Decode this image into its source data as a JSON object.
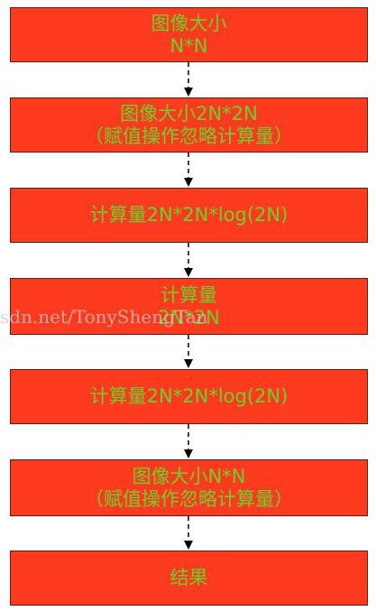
{
  "nodes": [
    {
      "lines": [
        "图像大小",
        "N*N"
      ]
    },
    {
      "lines": [
        "图像大小2N*2N",
        "（赋值操作忽略计算量）"
      ]
    },
    {
      "lines": [
        "计算量2N*2N*log(2N)"
      ]
    },
    {
      "lines": [
        "计算量",
        "2N*2N"
      ]
    },
    {
      "lines": [
        "计算量2N*2N*log(2N)"
      ]
    },
    {
      "lines": [
        "图像大小N*N",
        "（赋值操作忽略计算量）"
      ]
    },
    {
      "lines": [
        "结果"
      ]
    }
  ],
  "watermark": "sdn.net/TonyShengTan",
  "colors": {
    "box_fill": "#ff3b1f",
    "box_text": "#6bd12a",
    "arrow": "#000000"
  }
}
